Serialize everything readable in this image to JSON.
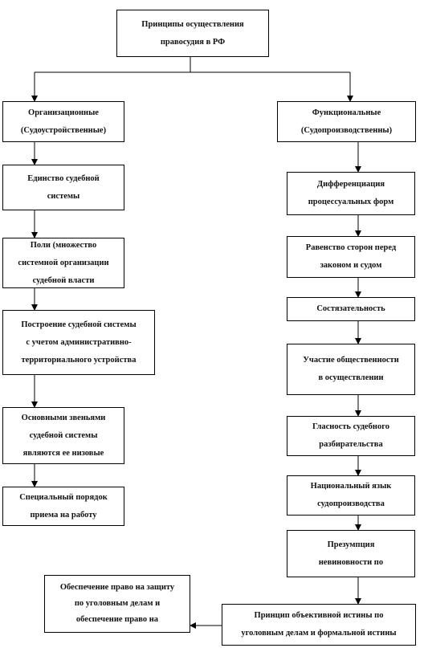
{
  "diagram": {
    "root": "Принципы осуществления\nправосудия в РФ",
    "left_head": "Организационные\n(Судоустройственные)",
    "left": [
      "Единство судебной\nсистемы",
      "Поли (множество\nсистемной организации\nсудебной власти",
      "Построение судебной системы\nс учетом административно-\nтерриториального устройства",
      "Основными звеньями\nсудебной системы\nявляются ее низовые",
      "Специальный порядок\nприема на работу"
    ],
    "right_head": "Функциональные\n(Судопроизводственны)",
    "right": [
      "Дифференциация\nпроцессуальных форм",
      "Равенство сторон перед\nзаконом и судом",
      "Состязательность",
      "Участие общественности\nв осуществлении",
      "Гласность судебного\nразбирательства",
      "Национальный язык\nсудопроизводства",
      "Презумпция\nневиновности по",
      "Принцип объективной истины по\nуголовным делам и формальной истины"
    ],
    "side_note": "Обеспечение право на защиту\nпо уголовным делам и\nобеспечение право на"
  }
}
